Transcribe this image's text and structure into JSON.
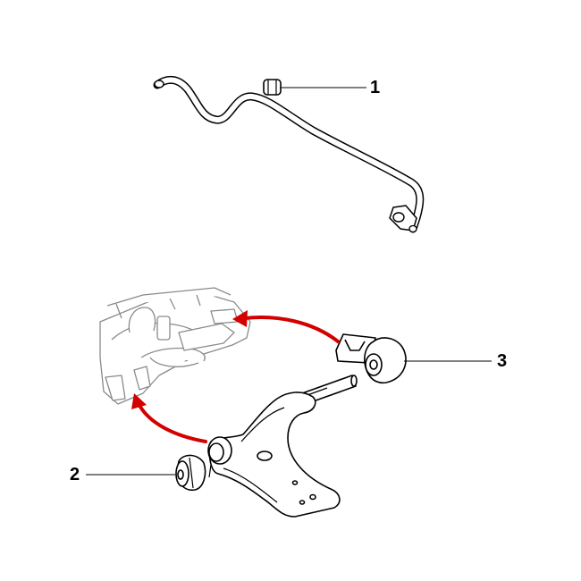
{
  "callouts": {
    "one": "1",
    "two": "2",
    "three": "3"
  },
  "colors": {
    "arrow": "#d40000",
    "line": "#000000",
    "background": "#ffffff",
    "part_fill": "#ffffff",
    "subframe_stroke": "#8a8a8a"
  },
  "parts": {
    "one": "stabilizer-bar-bushing",
    "two": "control-arm-front-bushing",
    "three": "control-arm-rear-bushing"
  }
}
